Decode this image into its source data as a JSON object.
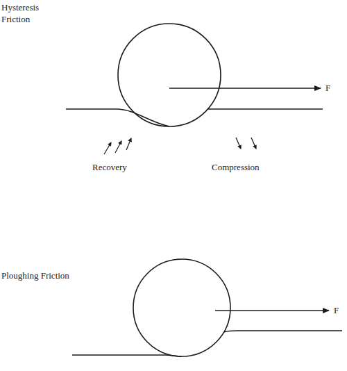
{
  "diagram": {
    "labels": [
      "Hysteresis Friction",
      "F",
      "Recovery",
      "Compression",
      "Ploughing Friction",
      "F"
    ]
  }
}
